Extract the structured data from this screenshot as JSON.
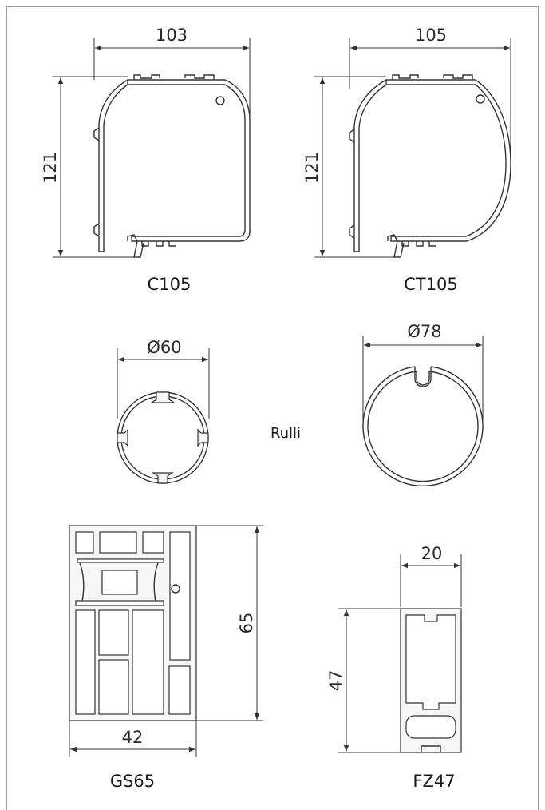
{
  "profiles": {
    "c105": {
      "caption": "C105",
      "width_dim": "103",
      "height_dim": "121"
    },
    "ct105": {
      "caption": "CT105",
      "width_dim": "105",
      "height_dim": "121"
    },
    "roller60": {
      "diameter_dim": "Ø60"
    },
    "roller78": {
      "diameter_dim": "Ø78"
    },
    "rollers_label": "Rulli",
    "gs65": {
      "caption": "GS65",
      "width_dim": "42",
      "height_dim": "65"
    },
    "fz47": {
      "caption": "FZ47",
      "width_dim": "20",
      "height_dim": "47"
    }
  }
}
